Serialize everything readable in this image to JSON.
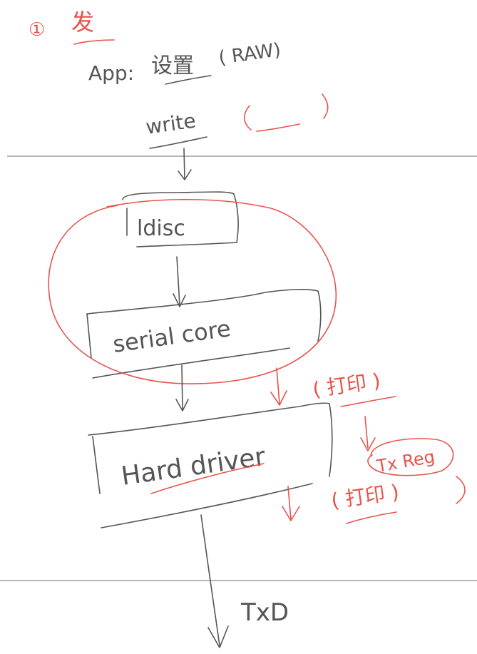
{
  "header": {
    "number_mark": "①",
    "title": "发",
    "app_label": "App:",
    "app_setting": "设置",
    "raw_label": "( RAW)",
    "write_label": "write",
    "write_paren": "(     )"
  },
  "layers": {
    "ldisc": "ldisc",
    "serial_core": "serial core",
    "hard_driver": "Hard driver"
  },
  "annotations": {
    "print_top": "( 打印 )",
    "tx_reg": "Tx Reg",
    "print_bottom": "( 打印 )",
    "txd": "TxD"
  },
  "colors": {
    "pencil": "#555555",
    "red_pen": "#e8534a",
    "divider": "#8a8a8a"
  }
}
